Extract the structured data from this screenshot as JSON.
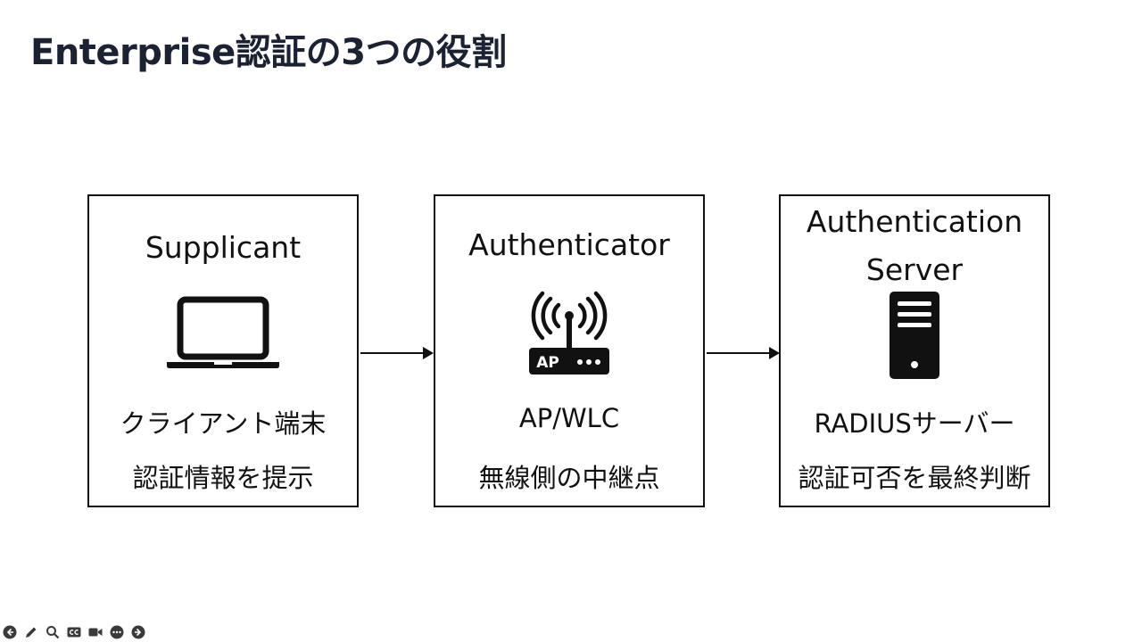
{
  "slide": {
    "title": "Enterprise認証の3つの役割"
  },
  "diagram": {
    "supplicant": {
      "name": "Supplicant",
      "icon": "laptop-icon",
      "role": "クライアント端末",
      "description": "認証情報を提示"
    },
    "authenticator": {
      "name": "Authenticator",
      "icon": "access-point-icon",
      "icon_text": "AP",
      "role": "AP/WLC",
      "description": "無線側の中継点"
    },
    "authentication_server": {
      "name_line1": "Authentication",
      "name_line2": "Server",
      "icon": "server-tower-icon",
      "role": "RADIUSサーバー",
      "description": "認証可否を最終判断"
    },
    "connectors": [
      "arrow-right-icon",
      "arrow-right-icon"
    ]
  },
  "toolbar": {
    "icons": [
      "arrow-left-icon",
      "pen-icon",
      "zoom-icon",
      "cc-icon",
      "camera-icon",
      "more-icon",
      "arrow-right-icon"
    ]
  }
}
